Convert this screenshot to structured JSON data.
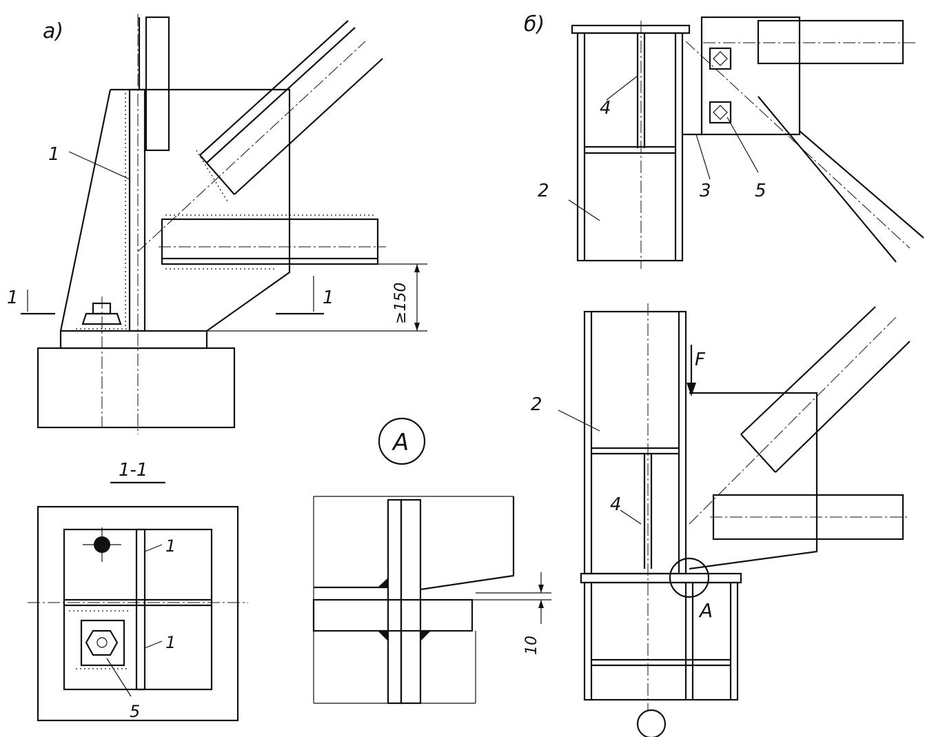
{
  "title_a": "а)",
  "title_b": "б)",
  "view_a": {
    "callout_1": "1",
    "section_left": "1",
    "section_right": "1",
    "dimension_min": "≥150"
  },
  "section_1_1": {
    "title": "1-1",
    "callout_1_top": "1",
    "callout_1_bottom": "1",
    "callout_5": "5"
  },
  "detail_a": {
    "marker": "A",
    "dimension": "10"
  },
  "view_b_top": {
    "callout_4": "4",
    "callout_2": "2",
    "callout_3": "3",
    "callout_5": "5"
  },
  "view_b_bottom": {
    "force_label": "F",
    "callout_2": "2",
    "callout_4": "4",
    "detail_marker": "A"
  }
}
